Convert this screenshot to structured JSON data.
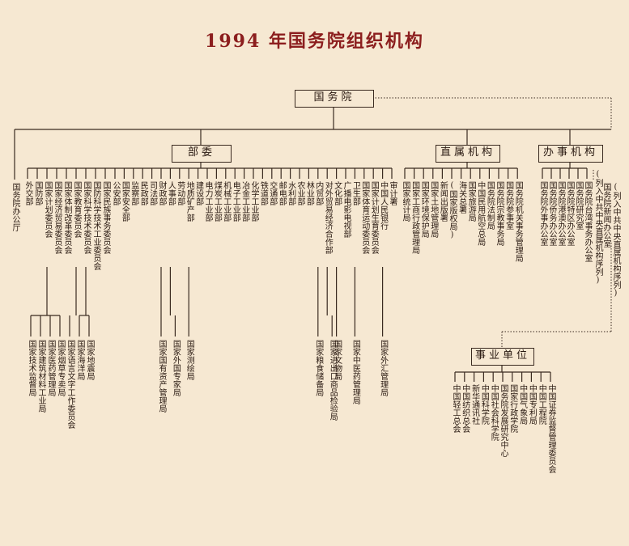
{
  "title": "1994 年国务院组织机构",
  "root": "国务院",
  "categories": {
    "ministries": "部委",
    "direct": "直属机构",
    "offices": "办事机构",
    "institutions": "事业单位"
  },
  "ministries": [
    "外交部",
    "国防部",
    "国家计划委员会",
    "国家经济贸易委员会",
    "国家体制改革委员会",
    "国家教育委员会",
    "国家科学技术委员会",
    "国防科学技术工业委员会",
    "国家民族事务委员会",
    "公安部",
    "国家安全部",
    "监察部",
    "民政部",
    "司法部",
    "财政部",
    "人事部",
    "劳动部",
    "地质矿产部",
    "建设部",
    "电力工业部",
    "煤炭工业部",
    "机械工业部",
    "电子工业部",
    "冶金工业部",
    "化学工业部",
    "铁道部",
    "交通部",
    "邮电部",
    "水利部",
    "农业部",
    "林业部",
    "内贸部",
    "对外贸易经济合作部",
    "文化部",
    "广播电影电视部",
    "卫生部",
    "国家体育运动委员会",
    "国家计划生育委员会",
    "中国人民银行",
    "审计署"
  ],
  "extra_left": "国务院办公厅",
  "direct": [
    "国家统计局",
    "国家工商行政管理局",
    "国家环境保护局",
    "国家土地管理局",
    "新闻出版署",
    "(国家版权局)",
    "海关总署",
    "国家旅游局",
    "中国民用航空总局",
    "国务院法制局",
    "国务院宗教事务局",
    "国务院参事室",
    "国务院机关事务管理局"
  ],
  "offices": [
    "国务院外事办公室",
    "国务院侨务办公室",
    "国务院港澳办公室",
    "国务院特区办公室",
    "国务院研究室",
    "国务院台湾事务办公室"
  ],
  "office_notes": [
    "(列入中共中央直属机构序列)",
    "国务院新闻办公室",
    "(列入中共中央直属机构序列)"
  ],
  "bureaus_planning": [
    "国家技术监督局",
    "国家建筑材料工业局",
    "国家医药管理局",
    "国家烟草专卖局"
  ],
  "bureaus_education": [
    "国家语言文字工作委员会"
  ],
  "bureaus_science": [
    "国家海洋局",
    "国家地震局"
  ],
  "bureaus_finance": [
    "国家国有资产管理局"
  ],
  "bureaus_personnel": [
    "国家外国专家局"
  ],
  "bureaus_geology": [
    "国家测绘局"
  ],
  "bureaus_trade": [
    "国家粮食储备局"
  ],
  "bureaus_foreign_trade": [
    "国家进出口商品检验局"
  ],
  "bureaus_culture": [
    "国家文物局"
  ],
  "bureaus_health": [
    "国家中医药管理局"
  ],
  "bureaus_bank": [
    "国家外汇管理局"
  ],
  "institutions": [
    "中国轻工总会",
    "中国纺织总会",
    "新华通讯社",
    "中国科学院",
    "中国社会科学院",
    "国务院发展研究中心",
    "国家行政学院",
    "中国气象局",
    "中国专利局",
    "中国工程院",
    "中国证券监督管理委员会"
  ]
}
